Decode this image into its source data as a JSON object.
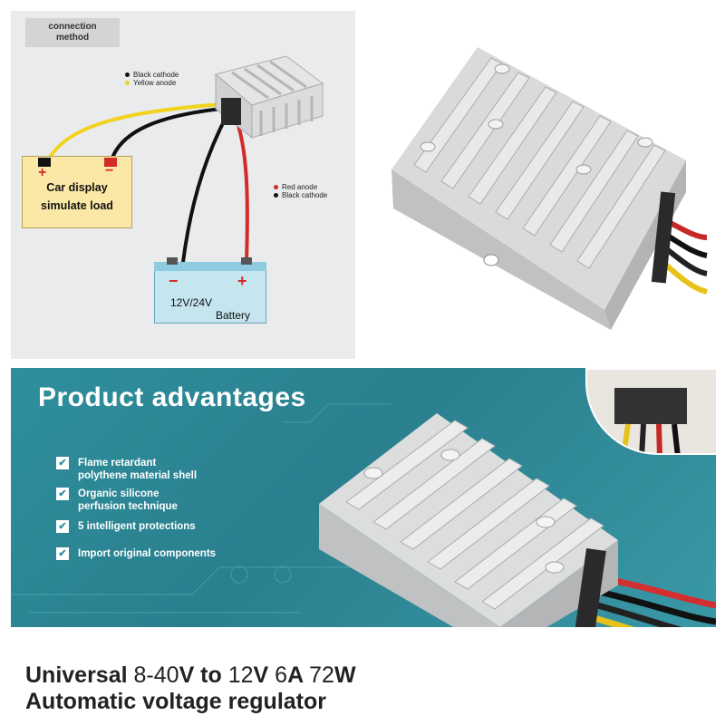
{
  "diagram": {
    "method_label": "connection\nmethod",
    "legend_top": [
      {
        "color": "#111111",
        "label": "Black cathode"
      },
      {
        "color": "#f2d21b",
        "label": "Yellow anode"
      }
    ],
    "legend_right": [
      {
        "color": "#d42a2a",
        "label": "Red anode"
      },
      {
        "color": "#111111",
        "label": "Black cathode"
      }
    ],
    "load": {
      "plus": "+",
      "minus": "−",
      "line1": "Car display",
      "line2": "simulate load"
    },
    "battery": {
      "minus": "−",
      "plus": "+",
      "voltage": "12V/24V",
      "label": "Battery"
    }
  },
  "banner": {
    "title": "Product advantages",
    "features": [
      {
        "line1": "Flame retardant",
        "line2": "polythene material shell"
      },
      {
        "line1": "Organic silicone",
        "line2": "perfusion technique"
      },
      {
        "line1": "5 intelligent protections",
        "line2": ""
      },
      {
        "line1": "Import original components",
        "line2": ""
      }
    ],
    "check_glyph": "✔"
  },
  "caption": {
    "line1_bold_a": "Universal ",
    "line1_light_a": "8-40",
    "line1_bold_b": "V to ",
    "line1_light_b": "12",
    "line1_bold_c": "V ",
    "line1_light_c": "6",
    "line1_bold_d": "A ",
    "line1_light_d": "72",
    "line1_bold_e": "W",
    "line2": "Automatic voltage regulator"
  },
  "colors": {
    "banner_bg": "#2f8f9d",
    "wire_red": "#d42a2a",
    "wire_yellow": "#f2d21b",
    "wire_black": "#111111",
    "aluminum": "#c9cbcc"
  }
}
